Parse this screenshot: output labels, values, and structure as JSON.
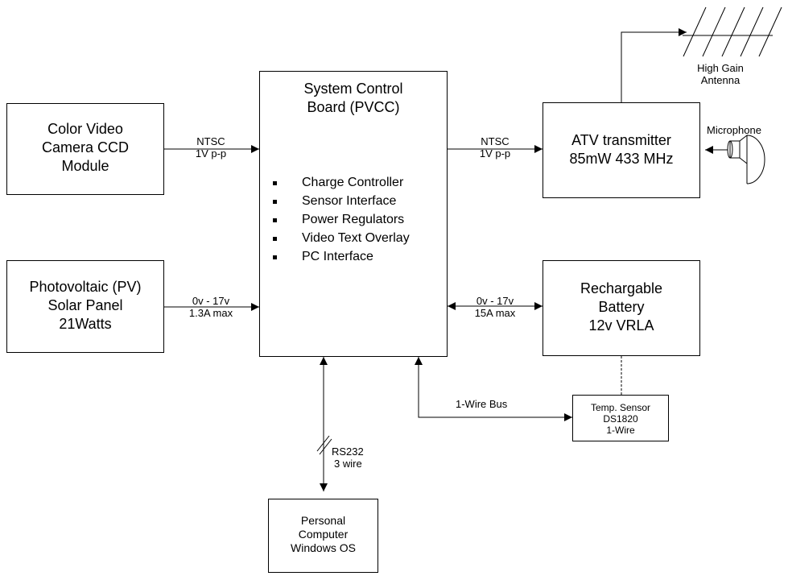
{
  "camera_box": {
    "lines": [
      "Color Video",
      "Camera CCD",
      "Module"
    ]
  },
  "pv_box": {
    "lines": [
      "Photovoltaic (PV)",
      "Solar Panel",
      "21Watts"
    ]
  },
  "control_board": {
    "title_lines": [
      "System Control",
      "Board (PVCC)"
    ],
    "features": [
      "Charge Controller",
      "Sensor Interface",
      "Power Regulators",
      "Video Text Overlay",
      "PC Interface"
    ]
  },
  "transmitter_box": {
    "lines": [
      "ATV transmitter",
      "85mW 433 MHz"
    ]
  },
  "battery_box": {
    "lines": [
      "Rechargable",
      "Battery",
      "12v VRLA"
    ]
  },
  "pc_box": {
    "lines": [
      "Personal",
      "Computer",
      "Windows OS"
    ]
  },
  "temp_sensor_box": {
    "lines": [
      "Temp. Sensor",
      "DS1820",
      "1-Wire"
    ]
  },
  "links": {
    "camera_signal": [
      "NTSC",
      "1V p-p"
    ],
    "tx_signal": [
      "NTSC",
      "1V p-p"
    ],
    "pv_power": [
      "0v - 17v",
      "1.3A max"
    ],
    "battery_power": [
      "0v - 17v",
      "15A max"
    ],
    "pc_link": [
      "RS232",
      "3 wire"
    ],
    "one_wire": "1-Wire Bus"
  },
  "antenna_label": [
    "High Gain",
    "Antenna"
  ],
  "microphone_label": "Microphone"
}
